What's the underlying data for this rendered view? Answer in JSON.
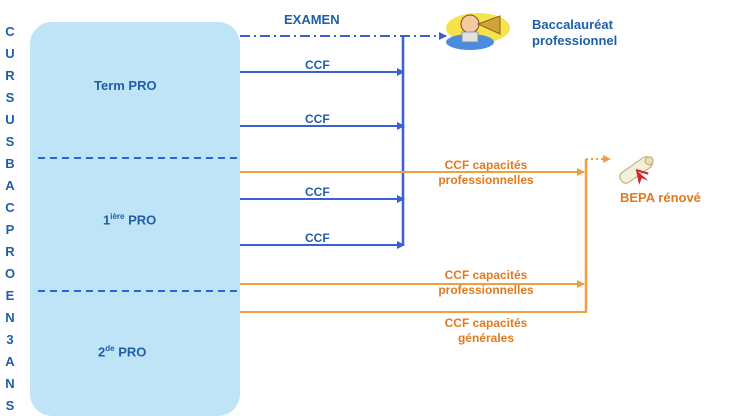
{
  "side_letters": [
    "C",
    "U",
    "R",
    "S",
    "U",
    "S",
    "B",
    "A",
    "C",
    "P",
    "R",
    "O",
    "E",
    "N",
    "3",
    "A",
    "N",
    "S"
  ],
  "levels": {
    "term": {
      "base": "Term PRO",
      "sup": ""
    },
    "premiere": {
      "base": "1",
      "sup": "ière",
      "rest": " PRO"
    },
    "seconde": {
      "base": "2",
      "sup": "de",
      "rest": " PRO"
    }
  },
  "labels": {
    "examen": "EXAMEN",
    "ccf": "CCF",
    "ccf_pro_line1": "CCF capacités",
    "ccf_pro_line2": "professionnelles",
    "ccf_gen_line1": "CCF capacités",
    "ccf_gen_line2": "générales"
  },
  "outcomes": {
    "bac_line1": "Baccalauréat",
    "bac_line2": "professionnel",
    "bepa": "BEPA rénové"
  },
  "colors": {
    "blue": "#3d5fd4",
    "orange": "#f0a040",
    "dashed": "#2a66d9",
    "box": "#bfe3f7"
  }
}
